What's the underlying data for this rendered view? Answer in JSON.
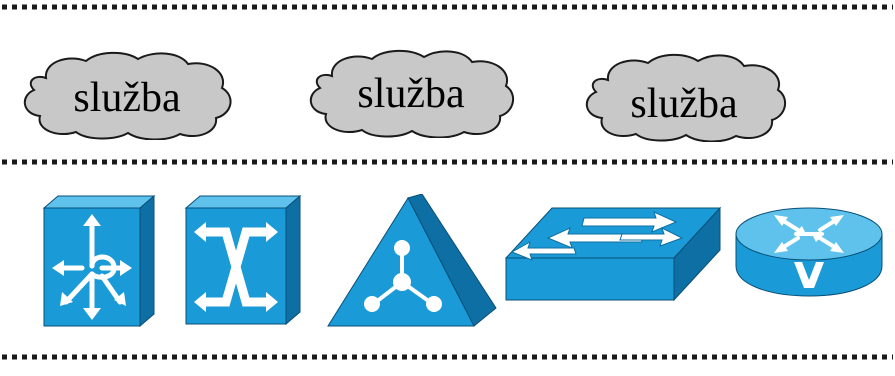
{
  "clouds": [
    {
      "label": "služba"
    },
    {
      "label": "služba"
    },
    {
      "label": "služba"
    }
  ],
  "devices": [
    {
      "icon": "multilayer-switch-icon"
    },
    {
      "icon": "atm-switch-icon"
    },
    {
      "icon": "hub-icon"
    },
    {
      "icon": "workgroup-switch-icon"
    },
    {
      "icon": "voice-router-icon"
    }
  ],
  "colors": {
    "device_front": "#1a9bd7",
    "device_side": "#0d6fa3",
    "device_top": "#5ec2ec",
    "cloud_fill": "#c8c8c8",
    "divider": "#1a1a1a"
  }
}
